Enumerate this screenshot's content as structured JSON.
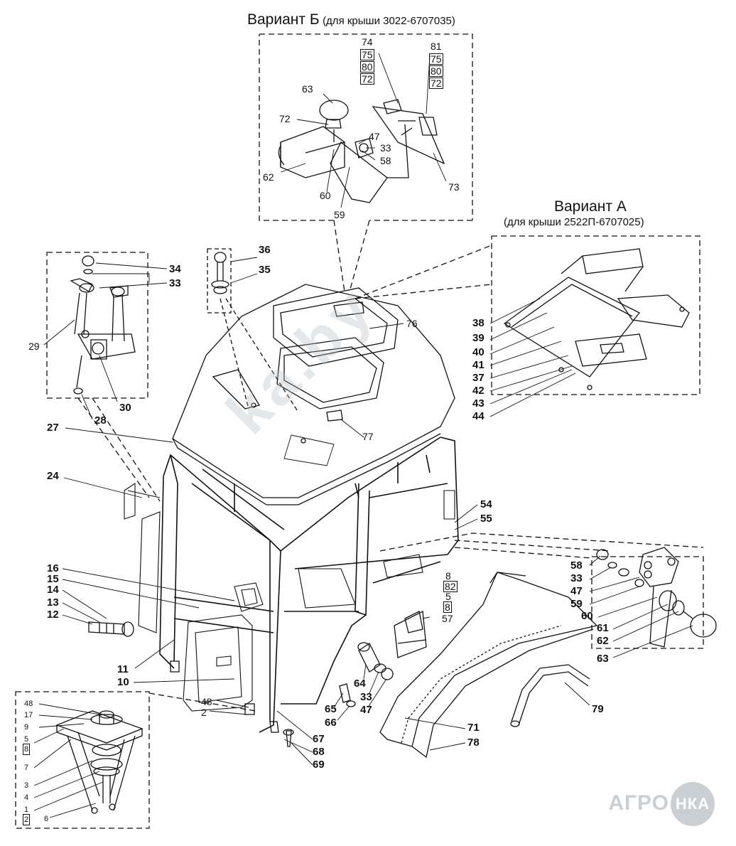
{
  "titles": {
    "variant_b": "Вариант Б",
    "variant_b_note": "(для крыши 3022-6707035)",
    "variant_a": "Вариант А",
    "variant_a_note": "(для крыши 2522П-6707025)"
  },
  "labels_b": {
    "l74": "74",
    "l75": "75",
    "l80": "80",
    "l72a": "72",
    "l81": "81",
    "l75b": "75",
    "l80b": "80",
    "l72b": "72",
    "l63": "63",
    "l72": "72",
    "l47": "47",
    "l33": "33",
    "l58": "58",
    "l62": "62",
    "l60": "60",
    "l59": "59",
    "l73": "73"
  },
  "labels_a": {
    "l38": "38",
    "l39": "39",
    "l40": "40",
    "l41": "41",
    "l37": "37",
    "l42": "42",
    "l43": "43",
    "l44": "44"
  },
  "labels_main": {
    "l36": "36",
    "l35": "35",
    "l34": "34",
    "l33": "33",
    "l29": "29",
    "l30": "30",
    "l28": "28",
    "l76": "76",
    "l77": "77",
    "l27": "27",
    "l24": "24",
    "l54": "54",
    "l55": "55",
    "l16": "16",
    "l15": "15",
    "l14": "14",
    "l13": "13",
    "l12": "12",
    "l11": "11",
    "l10": "10",
    "l48": "48",
    "l2": "2",
    "l67": "67",
    "l68": "68",
    "l69": "69",
    "l64": "64",
    "l33b": "33",
    "l47b": "47",
    "l65": "65",
    "l66": "66",
    "l8a": "8",
    "l82": "82",
    "l5a": "5",
    "l8b": "8",
    "l57": "57",
    "l71": "71",
    "l78": "78",
    "l79": "79",
    "l58r": "58",
    "l33r": "33",
    "l47r": "47",
    "l59r": "59",
    "l60r": "60",
    "l61r": "61",
    "l62r": "62",
    "l63r": "63"
  },
  "labels_inset": {
    "l48": "48",
    "l17": "17",
    "l9": "9",
    "l5": "5",
    "l8": "8",
    "l7": "7",
    "l3": "3",
    "l4": "4",
    "l1": "1",
    "l2": "2",
    "l6": "6"
  },
  "watermark": "ka.by",
  "brand": {
    "text": "АГРО",
    "circle": "НКА"
  }
}
